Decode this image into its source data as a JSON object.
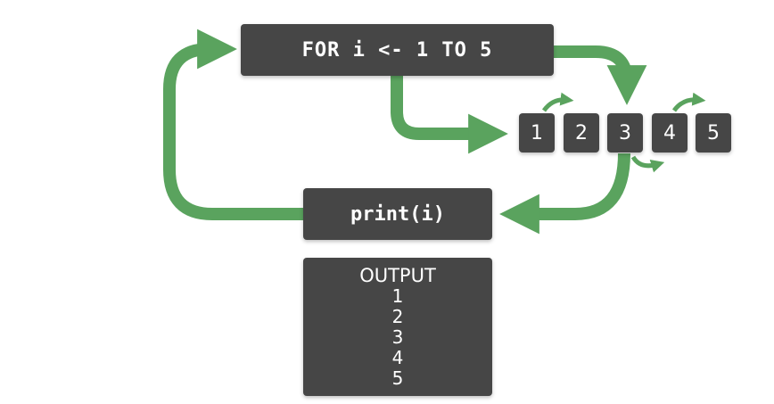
{
  "loop_header": "FOR i <- 1 TO 5",
  "loop_body": "print(i)",
  "sequence": [
    "1",
    "2",
    "3",
    "4",
    "5"
  ],
  "output": {
    "title": "OUTPUT",
    "lines": [
      "1",
      "2",
      "3",
      "4",
      "5"
    ]
  },
  "colors": {
    "arrow": "#5aa35e",
    "box": "#464646",
    "text": "#ffffff"
  }
}
